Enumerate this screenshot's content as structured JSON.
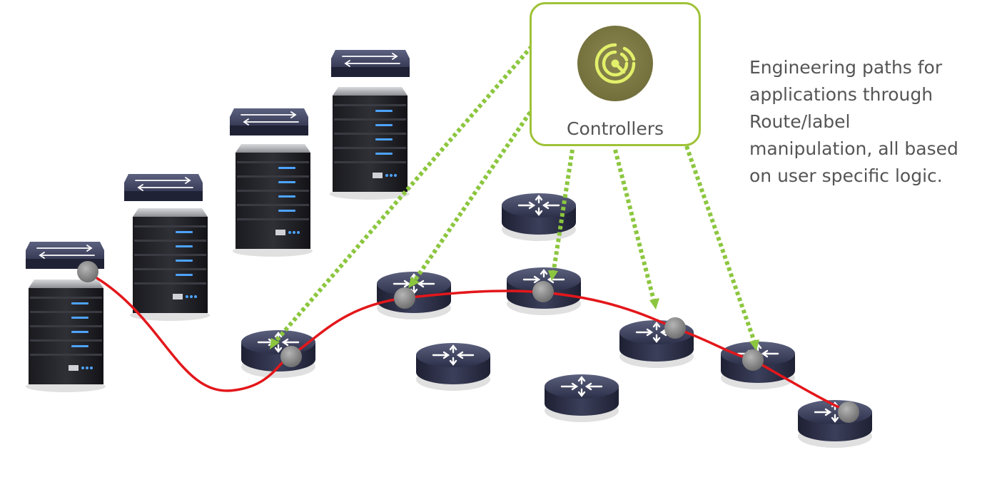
{
  "controller": {
    "label": "Controllers",
    "icon": "controller-icon"
  },
  "caption": {
    "lines": [
      "Engineering paths for",
      "applications through",
      "Route/label",
      "manipulation, all based",
      "on user specific logic."
    ]
  },
  "colors": {
    "controller_border": "#9ec237",
    "controller_icon_bg": "#7d7a42",
    "controller_icon_fg": "#e2f06a",
    "control_link": "#8cc63f",
    "path": "#e3171b",
    "router_body": "#2c2f48",
    "node_dot": "#8e8e8e"
  },
  "icons": {
    "router": "router-icon",
    "switch": "switch-icon",
    "server": "server-icon",
    "node": "path-node-icon"
  }
}
